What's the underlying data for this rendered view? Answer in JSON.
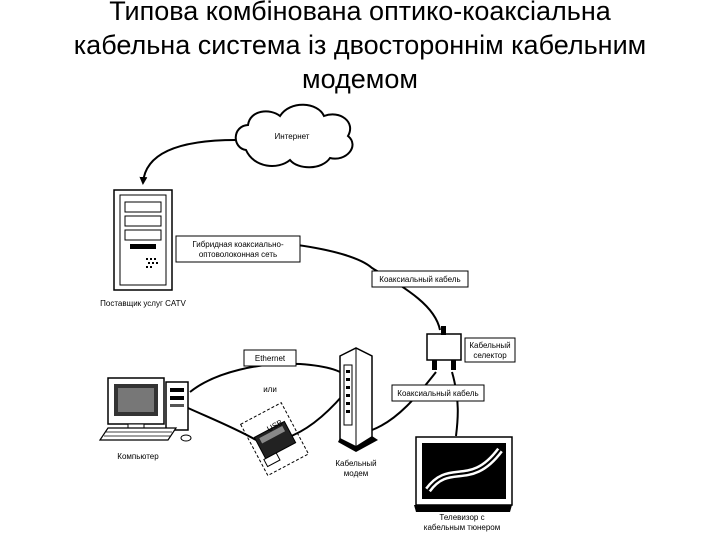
{
  "slide": {
    "title_lines": [
      "Типова комбінована оптико-коаксіальна",
      "кабельна система із двостороннім кабельним",
      "модемом"
    ]
  },
  "diagram": {
    "internet": "Интернет",
    "provider": "Поставщик услуг CATV",
    "hfc_line1": "Гибридная коаксиально-",
    "hfc_line2": "оптоволоконная сеть",
    "coax_top": "Коаксиальный кабель",
    "selector_line1": "Кабельный",
    "selector_line2": "селектор",
    "ethernet": "Ethernet",
    "or": "или",
    "usb": "USB",
    "coax_bottom": "Коаксиальный кабель",
    "computer": "Компьютер",
    "modem_line1": "Кабельный",
    "modem_line2": "модем",
    "tv_line1": "Телевизор с",
    "tv_line2": "кабельным тюнером"
  }
}
